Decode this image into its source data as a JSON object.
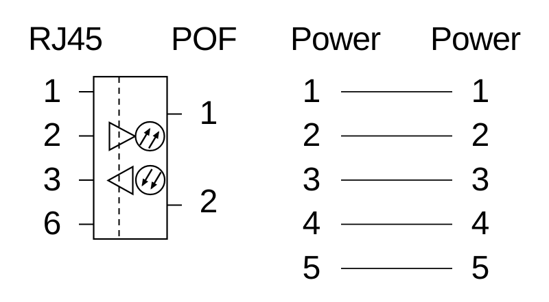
{
  "converter": {
    "left_title": "RJ45",
    "right_title": "POF",
    "rj45_pins": [
      "1",
      "2",
      "3",
      "6"
    ],
    "pof_pins": [
      "1",
      "2"
    ]
  },
  "power": {
    "left_title": "Power",
    "right_title": "Power",
    "left_pins": [
      "1",
      "2",
      "3",
      "4",
      "5"
    ],
    "right_pins": [
      "1",
      "2",
      "3",
      "4",
      "5"
    ]
  },
  "icons": {
    "transmit_amplifier": "amplifier-right-icon",
    "transmit_optic": "led-emitter-icon",
    "receive_amplifier": "amplifier-left-icon",
    "receive_optic": "photodiode-receiver-icon"
  },
  "colors": {
    "stroke": "#000000",
    "background": "#ffffff"
  }
}
